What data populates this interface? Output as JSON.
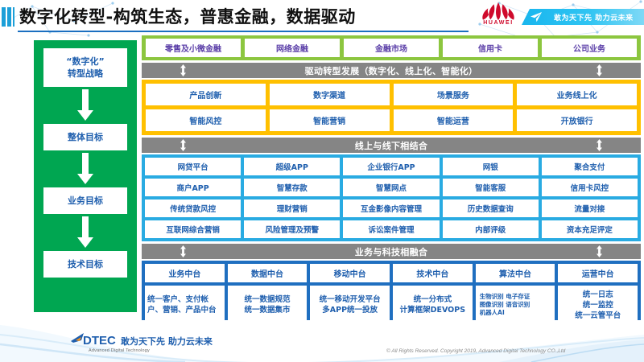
{
  "header": {
    "title": "数字化转型-构筑生态，普惠金融，数据驱动",
    "brand": "HUAWEI",
    "ribbon_text": "敢为天下先 助力云未来"
  },
  "sidebar": {
    "items": [
      {
        "label": "“数字化”\n转型战略"
      },
      {
        "label": "整体目标"
      },
      {
        "label": "业务目标"
      },
      {
        "label": "技术目标"
      }
    ]
  },
  "business_lines": {
    "items": [
      "零售及小微金融",
      "网络金融",
      "金融市场",
      "信用卡",
      "公司业务"
    ]
  },
  "bars": {
    "drive": "驱动转型发展（数字化、线上化、智能化）",
    "online_offline": "线上与线下相结合",
    "fusion": "业务与科技相融合"
  },
  "goals": {
    "row1": [
      "产品创新",
      "数字渠道",
      "场景服务",
      "业务线上化"
    ],
    "row2": [
      "智能风控",
      "智能营销",
      "智能运营",
      "开放银行"
    ]
  },
  "capabilities": {
    "row1": [
      "网贷平台",
      "超级APP",
      "企业银行APP",
      "网银",
      "聚合支付"
    ],
    "row2": [
      "商户APP",
      "智慧存款",
      "智慧网点",
      "智能客服",
      "信用卡风控"
    ],
    "row3": [
      "传统贷款风控",
      "理财营销",
      "互金影像内容管理",
      "历史数据查询",
      "流量对接"
    ],
    "row4": [
      "互联网综合营销",
      "风险管理及预警",
      "诉讼案件管理",
      "内部评级",
      "资本充足评定"
    ]
  },
  "platforms": {
    "columns": [
      {
        "header": "业务中台",
        "body": "统一客户、支付帐户、营销、产品中台"
      },
      {
        "header": "数据中台",
        "body": "统一数据规范\n统一数据集市"
      },
      {
        "header": "移动中台",
        "body": "统一移动开发平台\n多APP统一投放"
      },
      {
        "header": "技术中台",
        "body": "统一分布式\n计算框架DEVOPS"
      },
      {
        "header": "算法中台",
        "body": "生物识别 电子存证\n图像识别 语音识别\n机器人AI"
      },
      {
        "header": "运营中台",
        "body": "统一日志\n统一监控\n统一云管平台"
      }
    ]
  },
  "footer": {
    "logo_text": "DTEC",
    "logo_sub": "Advanced Digital Technology",
    "slogan": "敢为天下先   助力云未来",
    "copyright": "© All Rights Reserved. Copyright 2019, Advanced Digital Technology CO.,Ltd"
  },
  "colors": {
    "green": "#00a651",
    "light_green": "#8cc63f",
    "orange": "#ffc000",
    "blue": "#29abe2",
    "dark_blue": "#1f6fc0",
    "gray_bar": "#858585",
    "text_blue": "#1f5fae",
    "huawei_red": "#cf0a2c"
  }
}
